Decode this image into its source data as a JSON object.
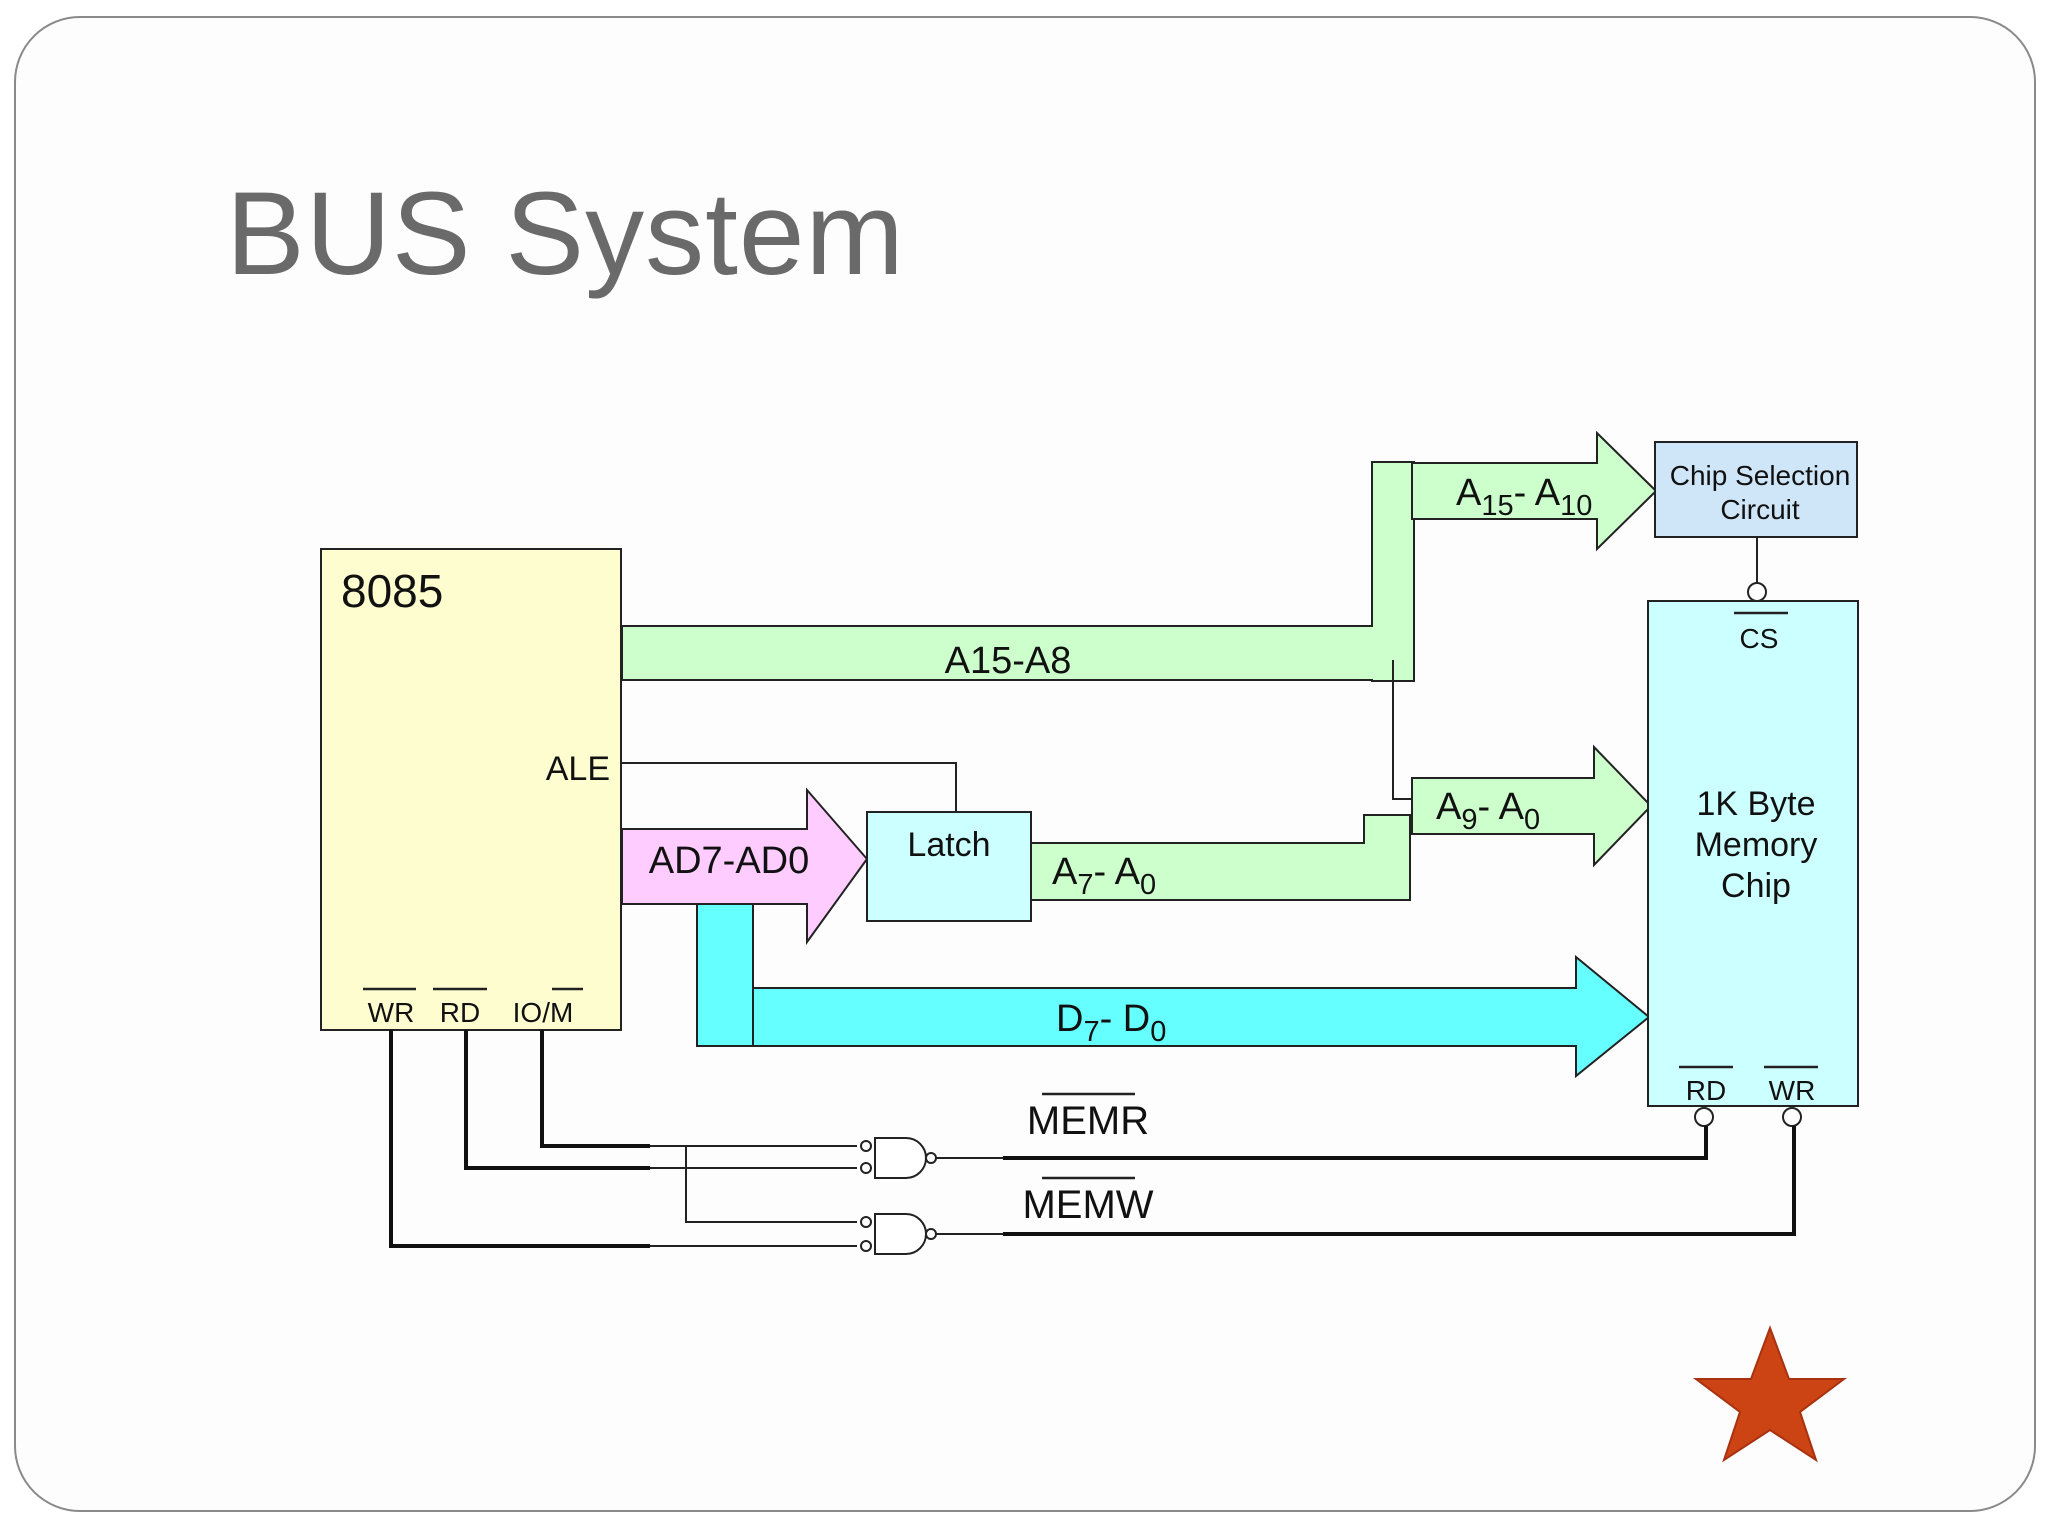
{
  "title": "BUS System",
  "blocks": {
    "cpu": {
      "label": "8085",
      "ale": "ALE",
      "wr": "WR",
      "rd": "RD",
      "iom": "IO/M"
    },
    "latch": "Latch",
    "chip_select": {
      "line1": "Chip Selection",
      "line2": "Circuit"
    },
    "memory": {
      "line1": "1K Byte",
      "line2": "Memory",
      "line3": "Chip",
      "cs": "CS",
      "rd": "RD",
      "wr": "WR"
    }
  },
  "buses": {
    "a15_a8": "A15-A8",
    "ad7_ad0": "AD7-AD0",
    "a15_a10": {
      "main": "A",
      "sub1": "15",
      "dash": "- A",
      "sub2": "10"
    },
    "a9_a0": {
      "main": "A",
      "sub1": "9",
      "dash": "- A",
      "sub2": "0"
    },
    "a7_a0": {
      "main": "A",
      "sub1": "7",
      "dash": "- A",
      "sub2": "0"
    },
    "d7_d0": {
      "main": "D",
      "sub1": "7",
      "dash": "- D",
      "sub2": "0"
    }
  },
  "signals": {
    "memr": "MEMR",
    "memw": "MEMW"
  },
  "colors": {
    "cpu_fill": "#fdfdd0",
    "address_bus": "#ccffcc",
    "data_bus": "#66ffff",
    "ad_bus": "#ffccff",
    "latch_fill": "#ccffff",
    "memory_fill": "#ccffff",
    "chip_select_fill": "#cfe6f8",
    "star": "#cc4414"
  }
}
